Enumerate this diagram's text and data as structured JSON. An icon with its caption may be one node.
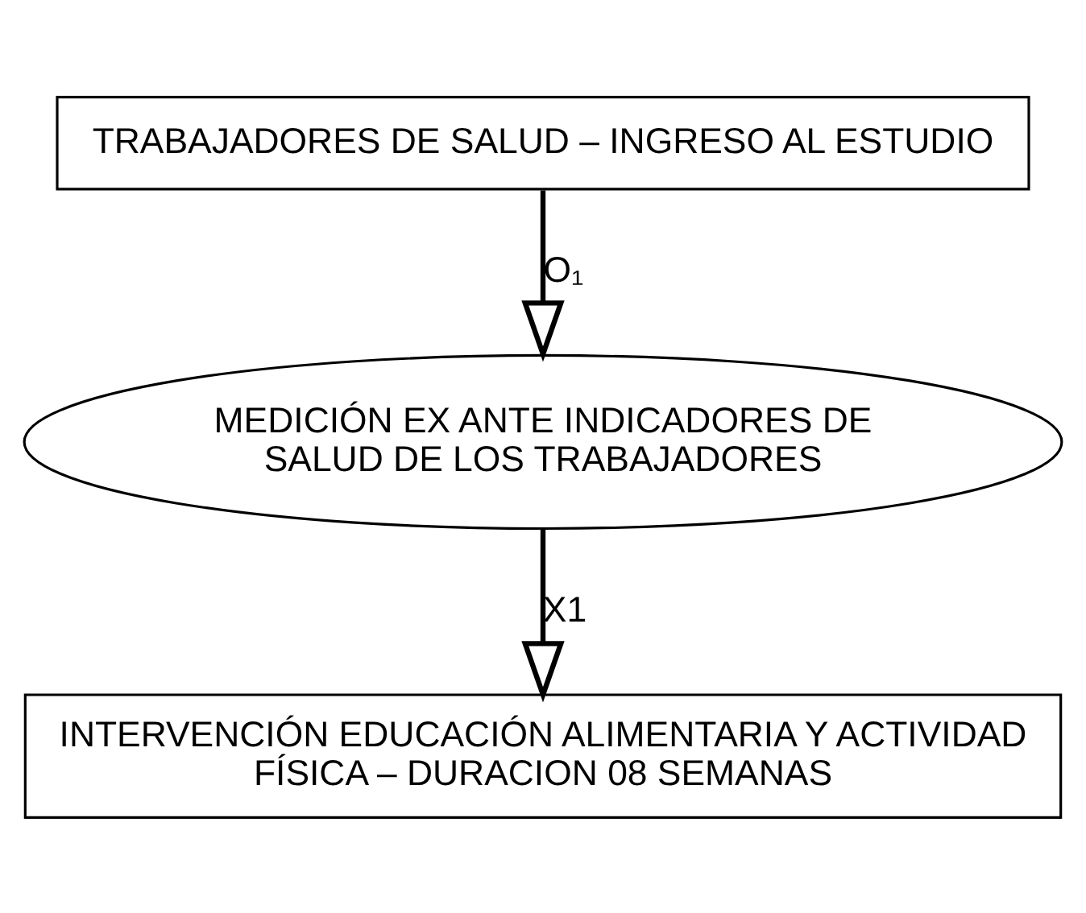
{
  "diagram": {
    "nodes": [
      {
        "text": [
          "TRABAJADORES DE SALUD – INGRESO AL ESTUDIO"
        ]
      },
      {
        "text": [
          "MEDICIÓN EX ANTE INDICADORES DE SALUD DE LOS TRABAJADORES"
        ]
      },
      {
        "text": [
          "INTERVENCIÓN EDUCACIÓN ALIMENTARIA Y ACTIVIDAD FÍSICA – DURACION 08 SEMANAS"
        ]
      }
    ],
    "edges": [
      {
        "from": 0,
        "to": 1,
        "arrow": "to",
        "label": "O₁"
      },
      {
        "from": 1,
        "to": 2,
        "arrow": "to",
        "label": "X1"
      }
    ]
  }
}
